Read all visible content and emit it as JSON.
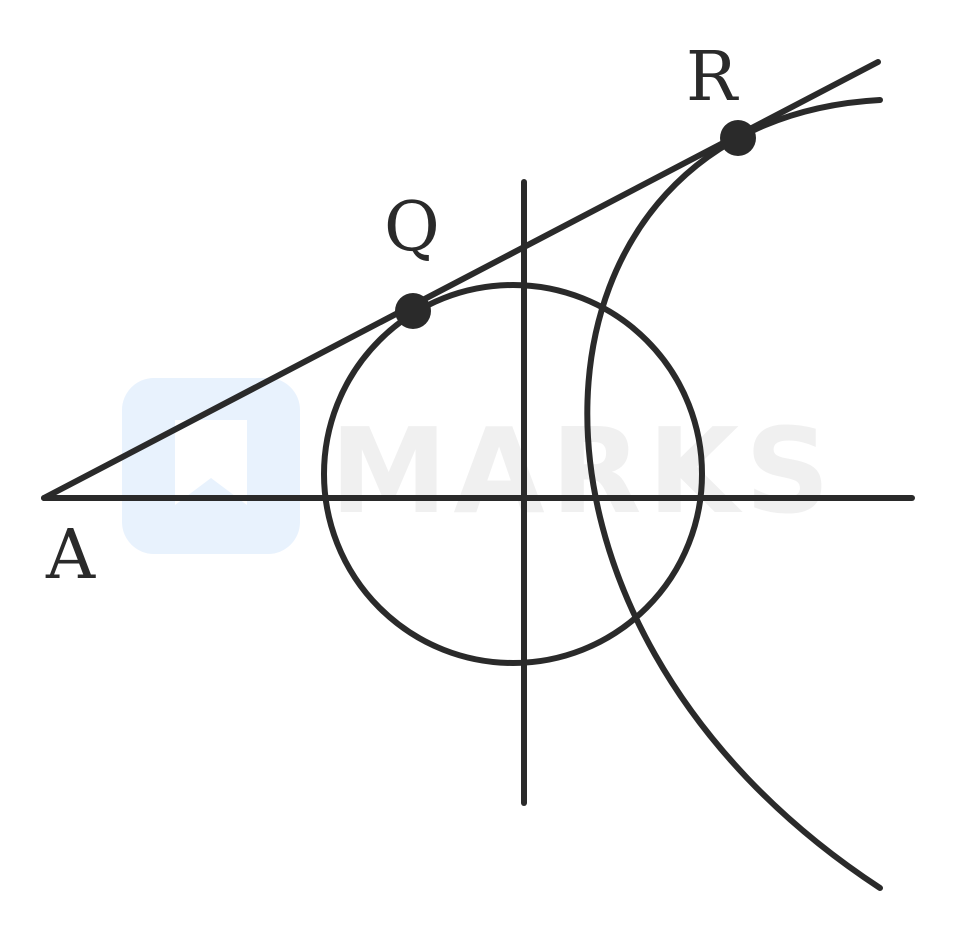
{
  "diagram": {
    "points": {
      "A": {
        "label": "A"
      },
      "Q": {
        "label": "Q"
      },
      "R": {
        "label": "R"
      }
    }
  },
  "watermark": {
    "text": "MARKS"
  },
  "colors": {
    "ink": "#2a2a2a",
    "watermark_text": "#f0f0f0",
    "watermark_logo": "#e8f2fd",
    "background": "#ffffff"
  }
}
